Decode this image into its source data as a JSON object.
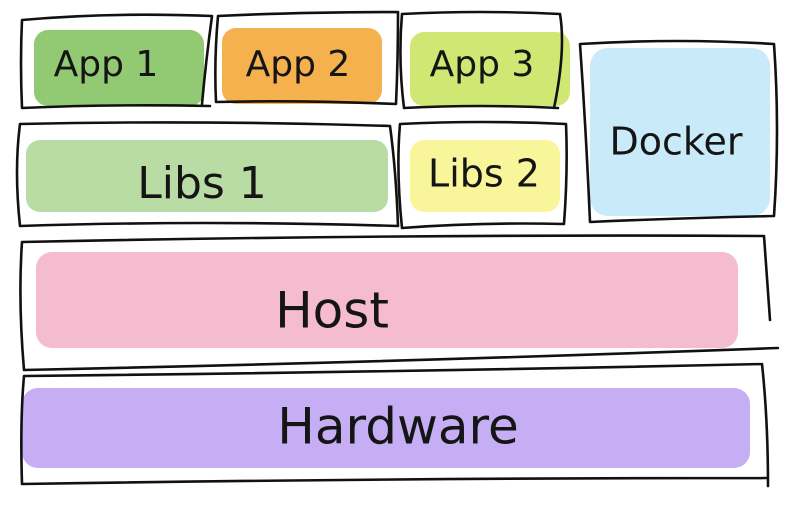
{
  "diagram": {
    "blocks": [
      {
        "id": "app1",
        "label": "App 1",
        "color": "#7fbf5a"
      },
      {
        "id": "app2",
        "label": "App 2",
        "color": "#f5a93c"
      },
      {
        "id": "app3",
        "label": "App 3",
        "color": "#c9e35a"
      },
      {
        "id": "docker",
        "label": "Docker",
        "color": "#bfe6f7"
      },
      {
        "id": "libs1",
        "label": "Libs 1",
        "color": "#a6d38c"
      },
      {
        "id": "libs2",
        "label": "Libs 2",
        "color": "#f7f27a"
      },
      {
        "id": "host",
        "label": "Host",
        "color": "#f2a6bf"
      },
      {
        "id": "hardware",
        "label": "Hardware",
        "color": "#b79af0"
      }
    ]
  }
}
